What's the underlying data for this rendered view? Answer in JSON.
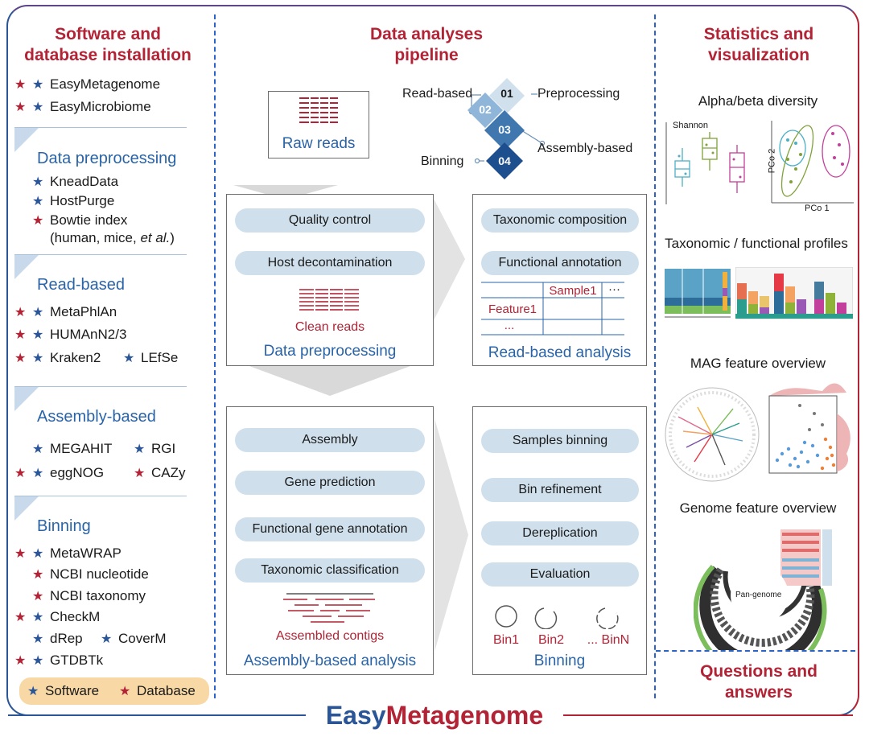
{
  "main_title": {
    "part1": "Easy",
    "part2": "Metagenome"
  },
  "left": {
    "title_line1": "Software and",
    "title_line2": "database installation",
    "top_items": [
      "EasyMetagenome",
      "EasyMicrobiome"
    ],
    "preprocessing": {
      "title": "Data preprocessing",
      "items": [
        "KneadData",
        "HostPurge",
        "Bowtie index",
        "(human, mice, ",
        "et al.",
        ")"
      ]
    },
    "read_based": {
      "title": "Read-based",
      "items": [
        "MetaPhlAn",
        "HUMAnN2/3",
        "Kraken2",
        "LEfSe"
      ]
    },
    "assembly_based": {
      "title": "Assembly-based",
      "items": [
        "MEGAHIT",
        "RGI",
        "eggNOG",
        "CAZy"
      ]
    },
    "binning": {
      "title": "Binning",
      "items": [
        "MetaWRAP",
        "NCBI nucleotide",
        "NCBI taxonomy",
        "CheckM",
        "dRep",
        "CoverM",
        "GTDBTk"
      ]
    },
    "legend": {
      "software": "Software",
      "database": "Database"
    }
  },
  "middle": {
    "title_line1": "Data analyses",
    "title_line2": "pipeline",
    "raw_reads": "Raw reads",
    "steps": [
      {
        "num": "01",
        "label": "Preprocessing"
      },
      {
        "num": "02",
        "label": "Read-based"
      },
      {
        "num": "03",
        "label": "Assembly-based"
      },
      {
        "num": "04",
        "label": "Binning"
      }
    ],
    "preprocessing_box": {
      "pills": [
        "Quality control",
        "Host decontamination"
      ],
      "clean": "Clean reads",
      "label": "Data preprocessing"
    },
    "read_box": {
      "pills": [
        "Taxonomic composition",
        "Functional annotation"
      ],
      "table": {
        "sample": "Sample1",
        "dots_h": "···",
        "feature": "Feature1",
        "dots_v": "..."
      },
      "label": "Read-based analysis"
    },
    "assembly_box": {
      "pills": [
        "Assembly",
        "Gene prediction",
        "Functional gene annotation",
        "Taxonomic classification"
      ],
      "contigs": "Assembled contigs",
      "label": "Assembly-based analysis"
    },
    "binning_box": {
      "pills": [
        "Samples binning",
        "Bin refinement",
        "Dereplication",
        "Evaluation"
      ],
      "bins": [
        "Bin1",
        "Bin2",
        "... BinN"
      ],
      "label": "Binning"
    }
  },
  "right": {
    "title_line1": "Statistics and",
    "title_line2": "visualization",
    "alpha_beta": {
      "title": "Alpha/beta diversity",
      "shannon": "Shannon",
      "pco1": "PCo 1",
      "pco2": "PCo 2"
    },
    "profiles_title": "Taxonomic / functional profiles",
    "mag_title": "MAG feature overview",
    "genome": {
      "title": "Genome feature overview",
      "center": "Pan-genome"
    },
    "qa_line1": "Questions and",
    "qa_line2": "answers"
  },
  "colors": {
    "blue": "#2a5597",
    "red": "#b22335",
    "pill": "#cfe0ec",
    "diamond1": "#cfe0ec",
    "diamond2": "#8fb6d8",
    "diamond3": "#3f77ae",
    "diamond4": "#1d4f8f"
  }
}
